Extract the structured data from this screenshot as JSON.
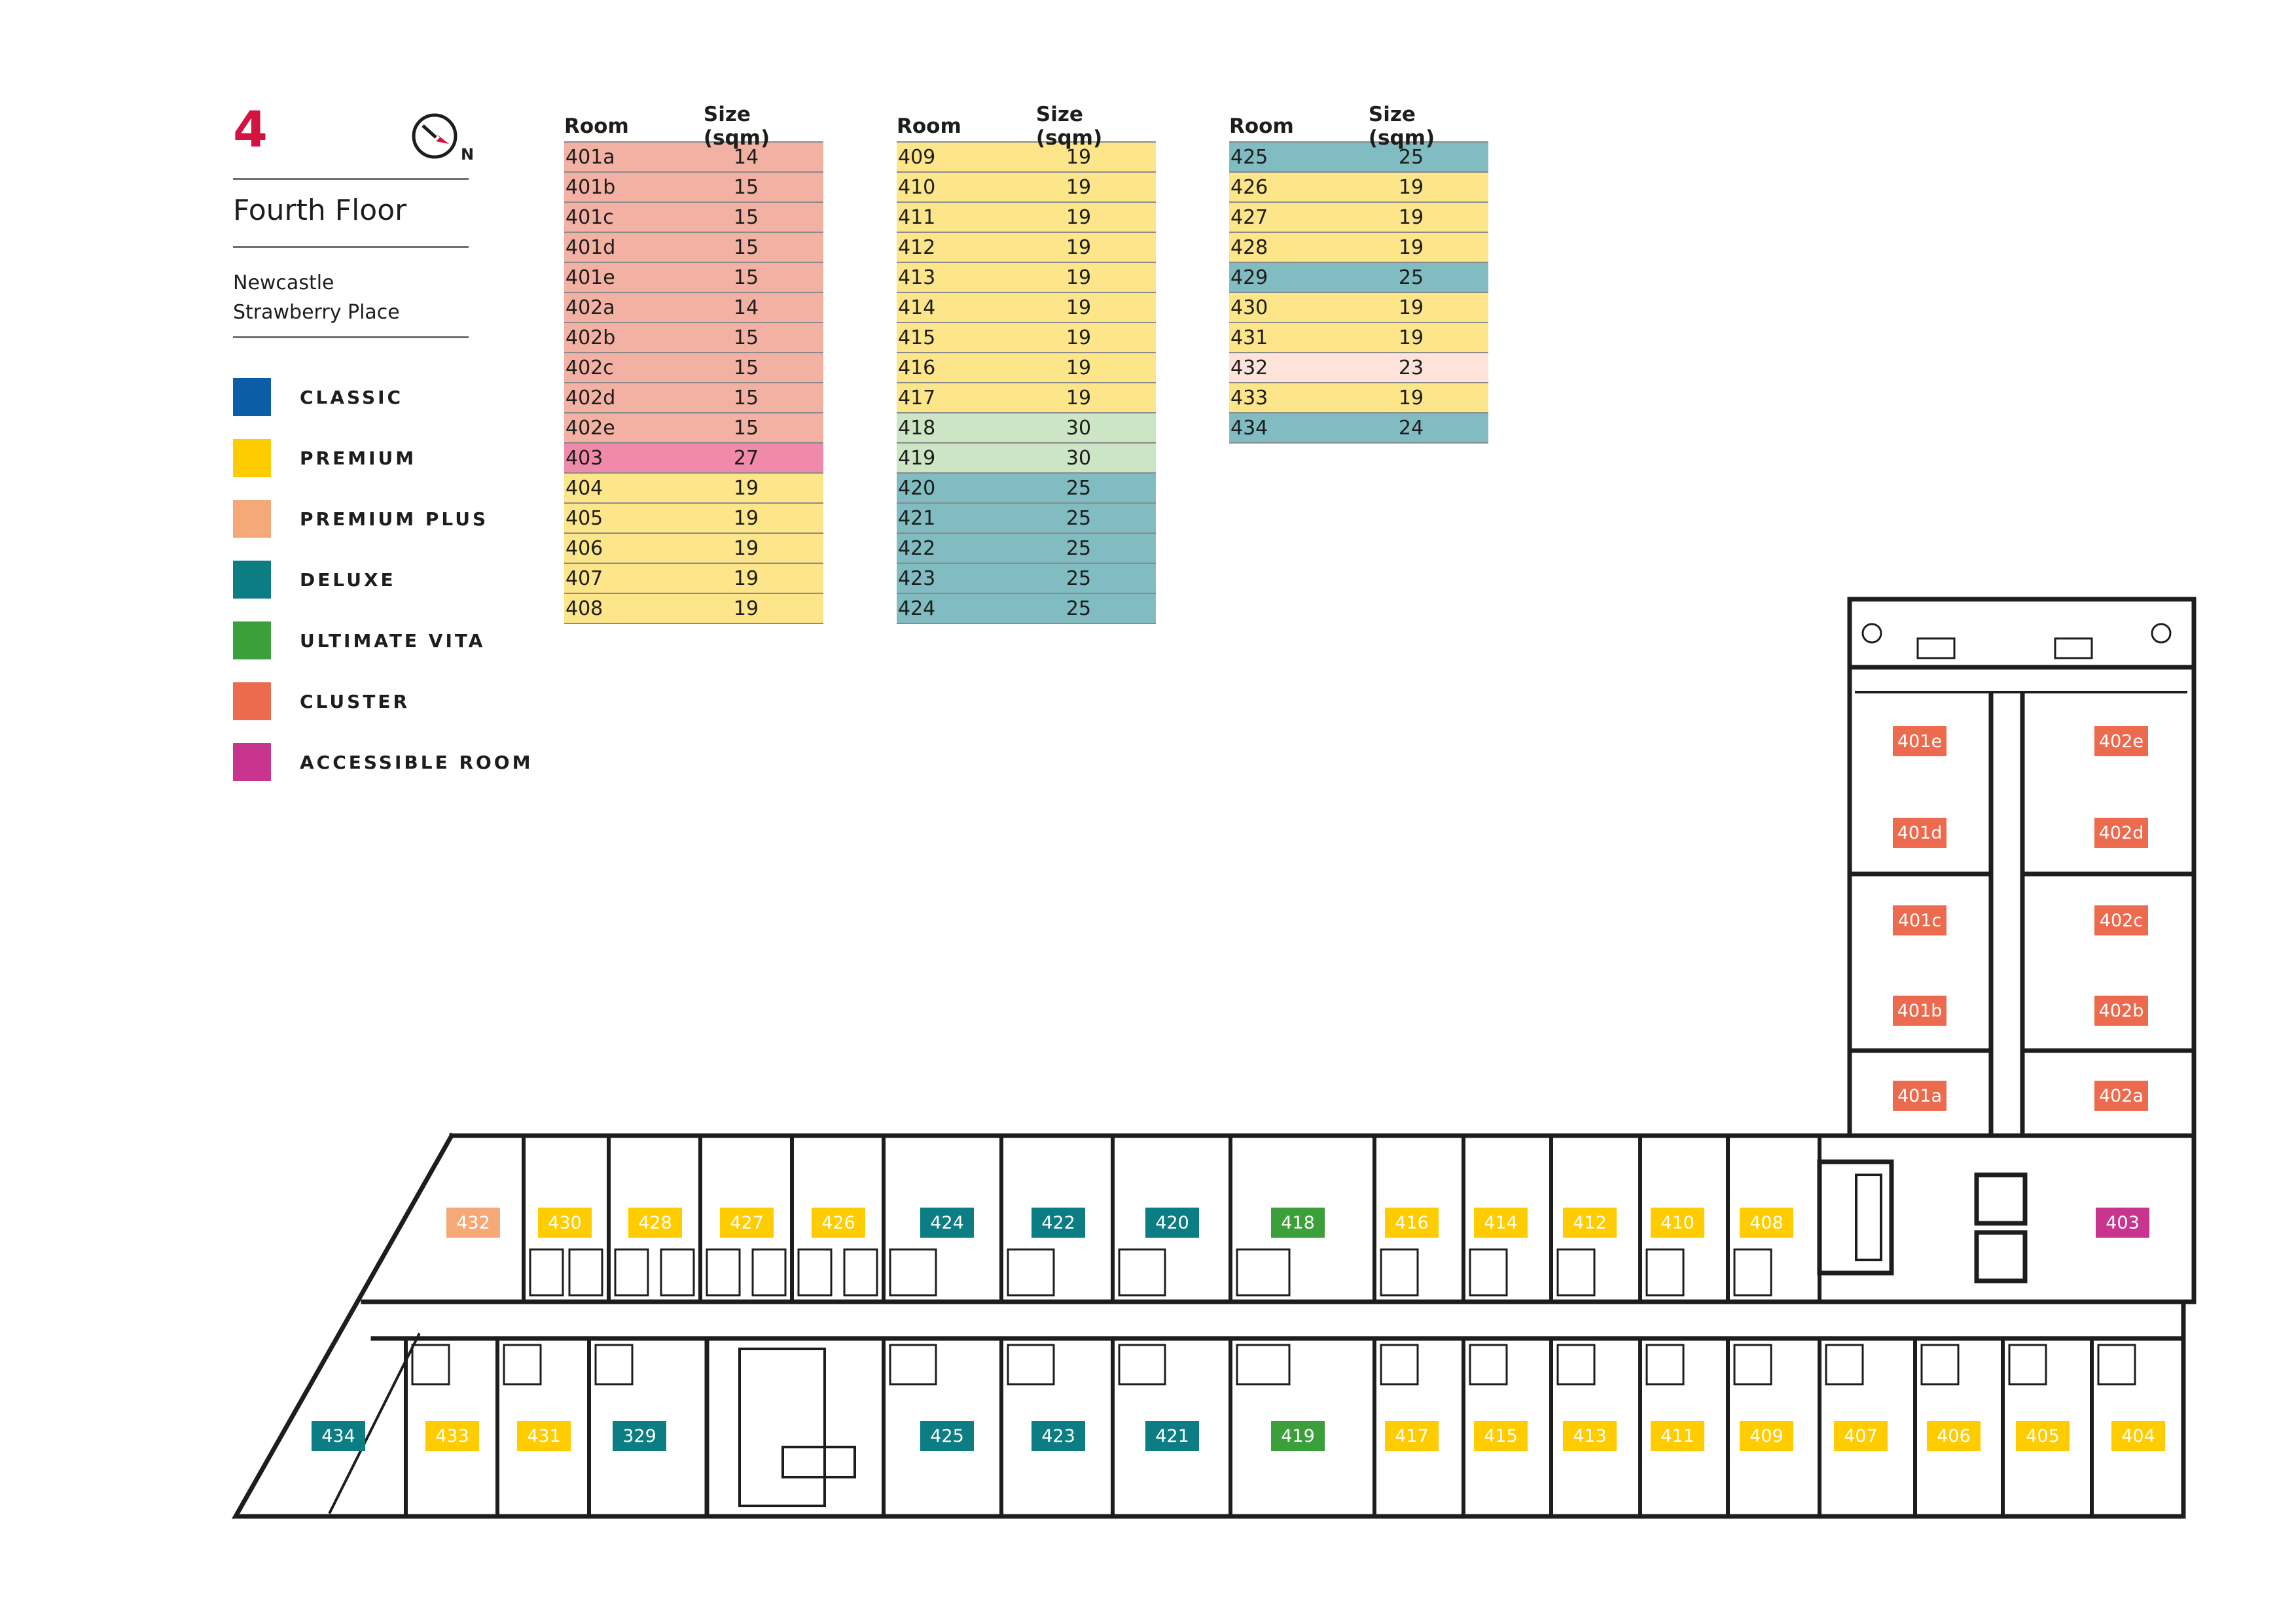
{
  "header": {
    "floor_number": "4",
    "floor_name": "Fourth Floor",
    "address_line1": "Newcastle",
    "address_line2": "Strawberry Place",
    "compass_label": "N"
  },
  "legend": [
    {
      "label": "CLASSIC",
      "color": "#0a5da6"
    },
    {
      "label": "PREMIUM",
      "color": "#ffcc00"
    },
    {
      "label": "PREMIUM PLUS",
      "color": "#f5a878"
    },
    {
      "label": "DELUXE",
      "color": "#0b7d83"
    },
    {
      "label": "ULTIMATE VITA",
      "color": "#3ca03a"
    },
    {
      "label": "CLUSTER",
      "color": "#ec6b4e"
    },
    {
      "label": "ACCESSIBLE ROOM",
      "color": "#c8358e"
    }
  ],
  "table_colors": {
    "cluster": "#f3b1a4",
    "accessible": "#f08aaa",
    "premium": "#fde58a",
    "vita": "#cce5c5",
    "deluxe": "#80bcc2",
    "premium_plus": "#fde3d9"
  },
  "room_tables": [
    {
      "header_room": "Room",
      "header_size": "Size (sqm)",
      "rows": [
        {
          "room": "401a",
          "size": "14",
          "type": "cluster"
        },
        {
          "room": "401b",
          "size": "15",
          "type": "cluster"
        },
        {
          "room": "401c",
          "size": "15",
          "type": "cluster"
        },
        {
          "room": "401d",
          "size": "15",
          "type": "cluster"
        },
        {
          "room": "401e",
          "size": "15",
          "type": "cluster"
        },
        {
          "room": "402a",
          "size": "14",
          "type": "cluster"
        },
        {
          "room": "402b",
          "size": "15",
          "type": "cluster"
        },
        {
          "room": "402c",
          "size": "15",
          "type": "cluster"
        },
        {
          "room": "402d",
          "size": "15",
          "type": "cluster"
        },
        {
          "room": "402e",
          "size": "15",
          "type": "cluster"
        },
        {
          "room": "403",
          "size": "27",
          "type": "accessible"
        },
        {
          "room": "404",
          "size": "19",
          "type": "premium"
        },
        {
          "room": "405",
          "size": "19",
          "type": "premium"
        },
        {
          "room": "406",
          "size": "19",
          "type": "premium"
        },
        {
          "room": "407",
          "size": "19",
          "type": "premium"
        },
        {
          "room": "408",
          "size": "19",
          "type": "premium"
        }
      ]
    },
    {
      "header_room": "Room",
      "header_size": "Size (sqm)",
      "rows": [
        {
          "room": "409",
          "size": "19",
          "type": "premium"
        },
        {
          "room": "410",
          "size": "19",
          "type": "premium"
        },
        {
          "room": "411",
          "size": "19",
          "type": "premium"
        },
        {
          "room": "412",
          "size": "19",
          "type": "premium"
        },
        {
          "room": "413",
          "size": "19",
          "type": "premium"
        },
        {
          "room": "414",
          "size": "19",
          "type": "premium"
        },
        {
          "room": "415",
          "size": "19",
          "type": "premium"
        },
        {
          "room": "416",
          "size": "19",
          "type": "premium"
        },
        {
          "room": "417",
          "size": "19",
          "type": "premium"
        },
        {
          "room": "418",
          "size": "30",
          "type": "vita"
        },
        {
          "room": "419",
          "size": "30",
          "type": "vita"
        },
        {
          "room": "420",
          "size": "25",
          "type": "deluxe"
        },
        {
          "room": "421",
          "size": "25",
          "type": "deluxe"
        },
        {
          "room": "422",
          "size": "25",
          "type": "deluxe"
        },
        {
          "room": "423",
          "size": "25",
          "type": "deluxe"
        },
        {
          "room": "424",
          "size": "25",
          "type": "deluxe"
        }
      ]
    },
    {
      "header_room": "Room",
      "header_size": "Size (sqm)",
      "rows": [
        {
          "room": "425",
          "size": "25",
          "type": "deluxe"
        },
        {
          "room": "426",
          "size": "19",
          "type": "premium"
        },
        {
          "room": "427",
          "size": "19",
          "type": "premium"
        },
        {
          "room": "428",
          "size": "19",
          "type": "premium"
        },
        {
          "room": "429",
          "size": "25",
          "type": "deluxe"
        },
        {
          "room": "430",
          "size": "19",
          "type": "premium"
        },
        {
          "room": "431",
          "size": "19",
          "type": "premium"
        },
        {
          "room": "432",
          "size": "23",
          "type": "premium_plus"
        },
        {
          "room": "433",
          "size": "19",
          "type": "premium"
        },
        {
          "room": "434",
          "size": "24",
          "type": "deluxe"
        }
      ]
    }
  ],
  "badge_colors": {
    "cluster": "#ec6b4e",
    "premium": "#ffcc00",
    "premium_plus": "#f5a878",
    "deluxe": "#0b7d83",
    "vita": "#3ca03a",
    "accessible": "#c8358e"
  },
  "plan_badges": [
    {
      "label": "401e",
      "type": "cluster"
    },
    {
      "label": "402e",
      "type": "cluster"
    },
    {
      "label": "401d",
      "type": "cluster"
    },
    {
      "label": "402d",
      "type": "cluster"
    },
    {
      "label": "401c",
      "type": "cluster"
    },
    {
      "label": "402c",
      "type": "cluster"
    },
    {
      "label": "401b",
      "type": "cluster"
    },
    {
      "label": "402b",
      "type": "cluster"
    },
    {
      "label": "401a",
      "type": "cluster"
    },
    {
      "label": "402a",
      "type": "cluster"
    },
    {
      "label": "432",
      "type": "premium_plus"
    },
    {
      "label": "430",
      "type": "premium"
    },
    {
      "label": "428",
      "type": "premium"
    },
    {
      "label": "427",
      "type": "premium"
    },
    {
      "label": "426",
      "type": "premium"
    },
    {
      "label": "424",
      "type": "deluxe"
    },
    {
      "label": "422",
      "type": "deluxe"
    },
    {
      "label": "420",
      "type": "deluxe"
    },
    {
      "label": "418",
      "type": "vita"
    },
    {
      "label": "416",
      "type": "premium"
    },
    {
      "label": "414",
      "type": "premium"
    },
    {
      "label": "412",
      "type": "premium"
    },
    {
      "label": "410",
      "type": "premium"
    },
    {
      "label": "408",
      "type": "premium"
    },
    {
      "label": "403",
      "type": "accessible"
    },
    {
      "label": "434",
      "type": "deluxe"
    },
    {
      "label": "433",
      "type": "premium"
    },
    {
      "label": "431",
      "type": "premium"
    },
    {
      "label": "329",
      "type": "deluxe"
    },
    {
      "label": "425",
      "type": "deluxe"
    },
    {
      "label": "423",
      "type": "deluxe"
    },
    {
      "label": "421",
      "type": "deluxe"
    },
    {
      "label": "419",
      "type": "vita"
    },
    {
      "label": "417",
      "type": "premium"
    },
    {
      "label": "415",
      "type": "premium"
    },
    {
      "label": "413",
      "type": "premium"
    },
    {
      "label": "411",
      "type": "premium"
    },
    {
      "label": "409",
      "type": "premium"
    },
    {
      "label": "407",
      "type": "premium"
    },
    {
      "label": "406",
      "type": "premium"
    },
    {
      "label": "405",
      "type": "premium"
    },
    {
      "label": "404",
      "type": "premium"
    }
  ]
}
